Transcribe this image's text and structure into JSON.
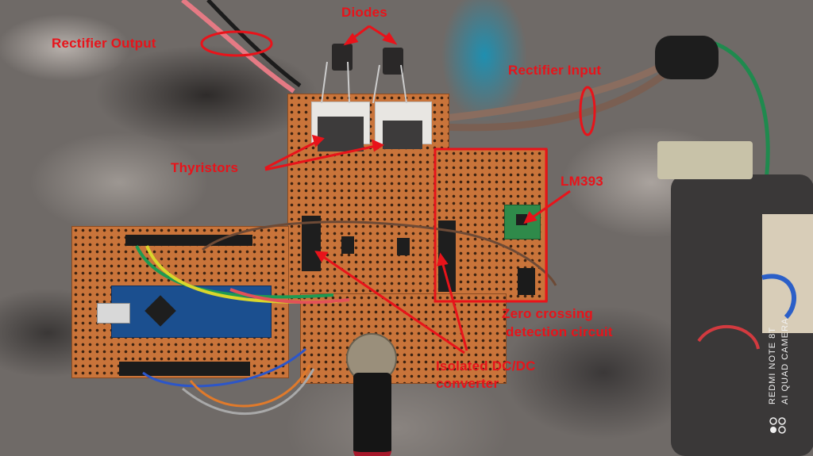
{
  "photo": {
    "subject": "Thyristor-based controlled rectifier circuit on perfboards with Arduino Nano",
    "annotation_color": "#e8131a"
  },
  "annotations": {
    "diodes": "Diodes",
    "rectifier_output": "Rectifier Output",
    "rectifier_input": "Rectifier Input",
    "thyristors": "Thyristors",
    "lm393": "LM393",
    "zero_crossing_line1": "Zero crossing",
    "zero_crossing_line2": "detection circuit",
    "isolated_dcdc_line1": "Isolated DC/DC",
    "isolated_dcdc_line2": "converter"
  },
  "watermark": {
    "line1": "REDMI NOTE 8T",
    "line2": "AI QUAD CAMERA",
    "icon": "quad-camera-icon"
  }
}
